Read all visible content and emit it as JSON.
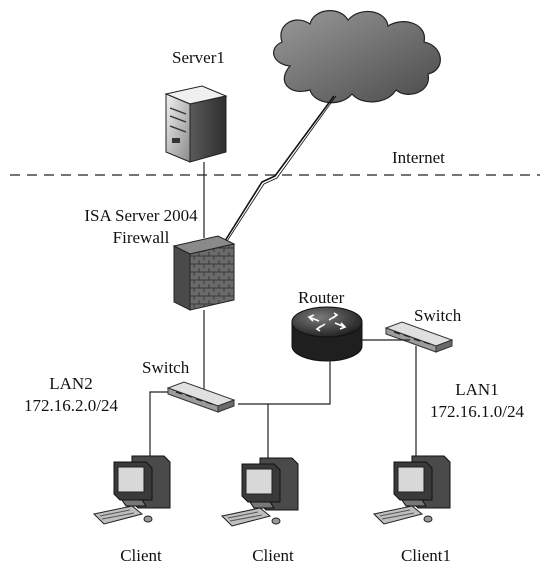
{
  "labels": {
    "server": "Server1",
    "internet": "Internet",
    "isa_line1": "ISA Server 2004",
    "isa_line2": "Firewall",
    "router": "Router",
    "switch_right": "Switch",
    "switch_left": "Switch",
    "lan2_name": "LAN2",
    "lan2_subnet": "172.16.2.0/24",
    "lan1_name": "LAN1",
    "lan1_subnet": "172.16.1.0/24",
    "client_a": "Client",
    "client_b": "Client",
    "client_c": "Client1"
  },
  "icons": {
    "cloud": "cloud-icon",
    "server": "server-icon",
    "firewall": "firewall-icon",
    "router": "router-icon",
    "switch": "switch-icon",
    "client": "computer-icon"
  }
}
